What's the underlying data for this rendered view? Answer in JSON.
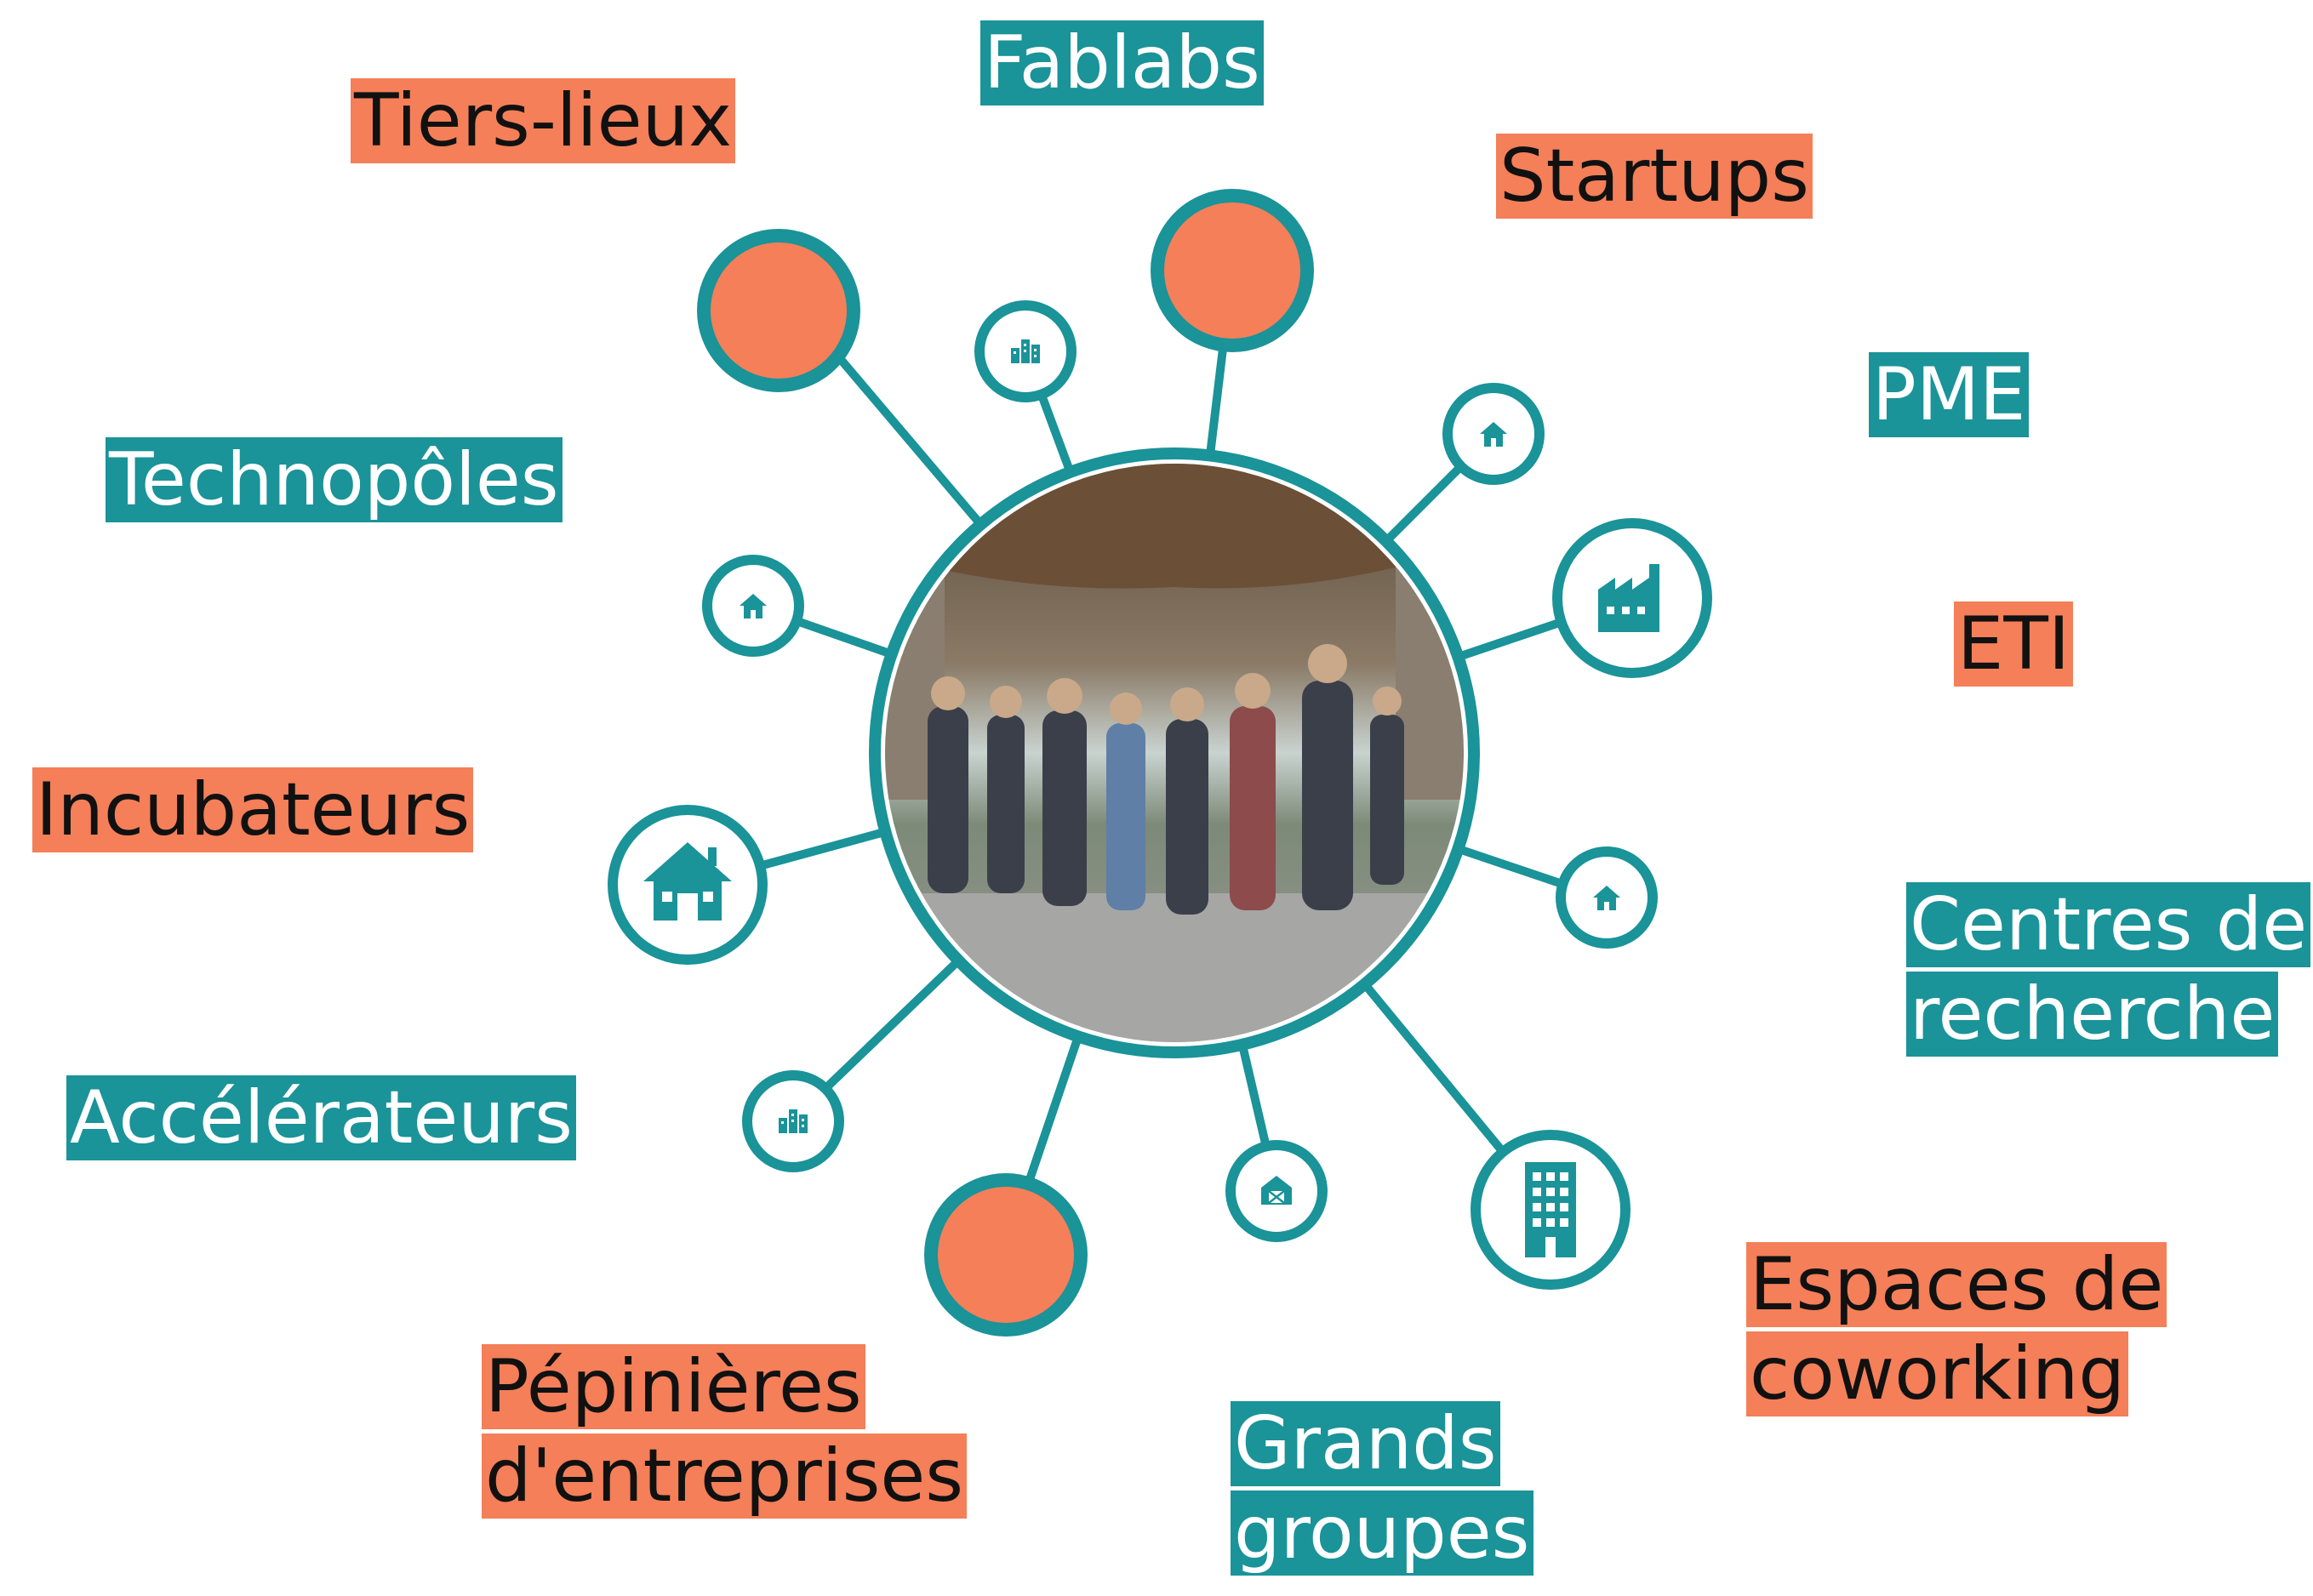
{
  "colors": {
    "teal": "#1a9399",
    "orange": "#f47f58",
    "label_text_on_teal": "#ffffff",
    "label_text_on_orange": "#111111"
  },
  "center": {
    "photo": "students-walking-photo"
  },
  "labels": [
    {
      "id": "fablabs",
      "text": "Fablabs",
      "color": "teal"
    },
    {
      "id": "tiers-lieux",
      "text": "Tiers-lieux",
      "color": "orange"
    },
    {
      "id": "startups",
      "text": "Startups",
      "color": "orange"
    },
    {
      "id": "pme",
      "text": "PME",
      "color": "teal"
    },
    {
      "id": "technopoles",
      "text": "Technopôles",
      "color": "teal"
    },
    {
      "id": "eti",
      "text": "ETI",
      "color": "orange"
    },
    {
      "id": "incubateurs",
      "text": "Incubateurs",
      "color": "orange"
    },
    {
      "id": "centres-de-recherche",
      "text": "Centres de\nrecherche",
      "color": "teal"
    },
    {
      "id": "accelerateurs",
      "text": "Accélérateurs",
      "color": "teal"
    },
    {
      "id": "espaces-de-coworking",
      "text": "Espaces de\ncoworking",
      "color": "orange"
    },
    {
      "id": "pepinieres",
      "text": "Pépinières\nd'entreprises",
      "color": "orange"
    },
    {
      "id": "grands-groupes",
      "text": "Grands\ngroupes",
      "color": "teal"
    }
  ],
  "nodes": [
    {
      "id": "node-orange-top-left",
      "type": "orange-dot"
    },
    {
      "id": "node-orange-top",
      "type": "orange-dot"
    },
    {
      "id": "node-orange-bottom",
      "type": "orange-dot"
    },
    {
      "id": "node-buildings-top",
      "icon": "buildings-icon"
    },
    {
      "id": "node-house-top-right",
      "icon": "house-icon"
    },
    {
      "id": "node-factory",
      "icon": "factory-icon"
    },
    {
      "id": "node-house-right",
      "icon": "house-icon"
    },
    {
      "id": "node-office",
      "icon": "office-building-icon"
    },
    {
      "id": "node-barn",
      "icon": "barn-icon"
    },
    {
      "id": "node-buildings-bottom-left",
      "icon": "buildings-icon"
    },
    {
      "id": "node-house-large-left",
      "icon": "house-icon"
    },
    {
      "id": "node-house-left",
      "icon": "house-icon"
    }
  ]
}
